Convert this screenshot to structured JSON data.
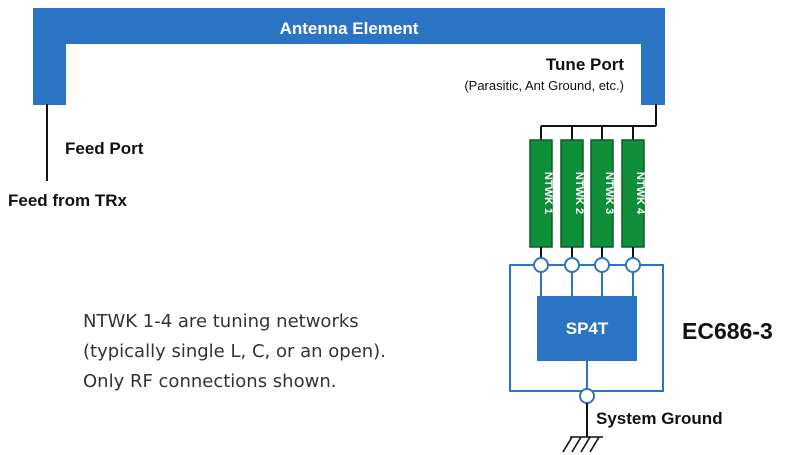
{
  "diagram": {
    "antenna_label": "Antenna Element",
    "tune_port_label": "Tune Port",
    "tune_port_sublabel": "(Parasitic, Ant Ground, etc.)",
    "feed_port_label": "Feed Port",
    "feed_from_label": "Feed from TRx",
    "networks": [
      "NTWK 1",
      "NTWK 2",
      "NTWK 3",
      "NTWK 4"
    ],
    "switch_label": "SP4T",
    "part_label": "EC686-3",
    "system_ground_label": "System Ground",
    "note_lines": [
      "NTWK 1-4 are tuning networks",
      "(typically single L, C, or an open).",
      "Only RF connections shown."
    ]
  },
  "colors": {
    "antenna_blue": "#2b74c4",
    "switch_blue": "#2b74c4",
    "network_green": "#0f8f3a",
    "network_border": "#0a5e26",
    "wire": "#111111",
    "outline_blue": "#2b74c4",
    "text_dark": "#111111",
    "note_text": "#333333"
  }
}
